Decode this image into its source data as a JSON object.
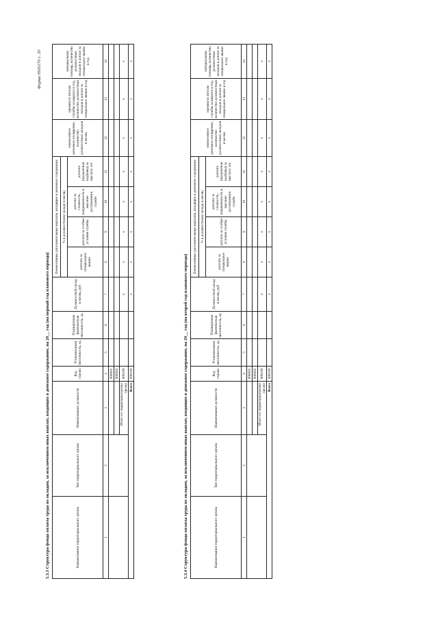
{
  "page_code": "Форма 0505170 с. 20",
  "sections": [
    {
      "title": "5.3.3 Структура фонда оплаты труда по окладам, за исключением иных выплат, входящих в денежное содержание, на 20__ год (на первый год планового периода)"
    },
    {
      "title": "5.3.4 Структура фонда оплаты труда по окладам, за исключением иных выплат, входящих в денежное содержание, на 20__ год (на второй год планового периода)"
    }
  ],
  "headers": {
    "col1": "Наименование территориального органа",
    "col2": "Тип территориального органа",
    "col3": "Наименование должности",
    "col4": "Код строки",
    "col5": "Установленная численность, ед.",
    "col6": "Планируемая фактическая численность, ед.",
    "col7": "Должностной оклад в месяц, руб",
    "group_main": "Ежемесячные дополнительные выплаты, входящие в денежное содержание",
    "group_sub": "% к должностному окладу в месяц",
    "col8": "доплата за специальное звание",
    "col9": "доплата за особые условия службы",
    "col10": "доплата за сложность, напряженность и высокие достижения в службе",
    "col11": "доплата (процентная надбавка) за выслугу лет",
    "col12": "ежемесячное денежное поощрение, количество должностных окладов в месяц",
    "col13": "премия по итогам службы за квартал и год, количество должностных окладов и доплат за специальное звание в год",
    "col14": "материальная помощь, количество должностных окладов и доплат за специальное звание в год"
  },
  "col_numbers": [
    "1",
    "2",
    "3",
    "4",
    "5",
    "6",
    "7",
    "8",
    "9",
    "10",
    "11",
    "12",
    "13",
    "14"
  ],
  "rows": {
    "code1": "000001",
    "code2": "000002",
    "total_label": "Итого по территориальному органу",
    "total_code": "000100",
    "grand_label": "Всего",
    "grand_code": "000100",
    "x": "x"
  }
}
